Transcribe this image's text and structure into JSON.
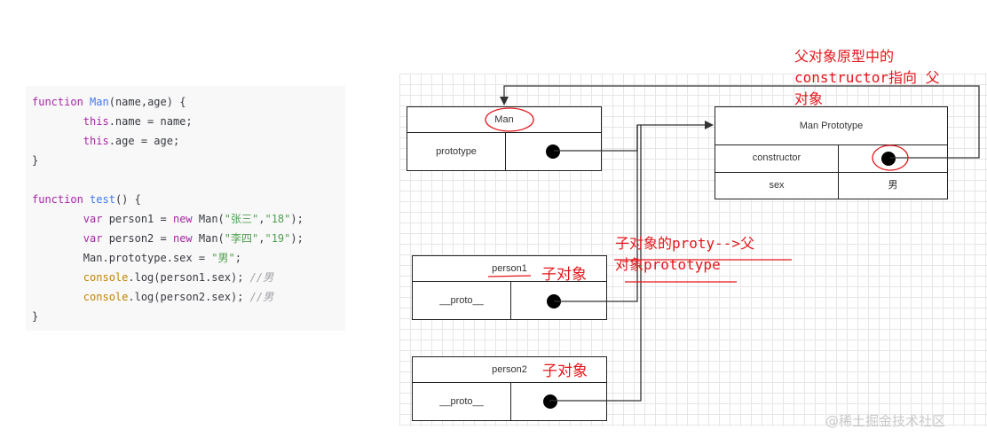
{
  "code": {
    "lines": [
      [
        {
          "t": "function ",
          "c": "kw"
        },
        {
          "t": "Man",
          "c": "fn"
        },
        {
          "t": "(name,age) {",
          "c": ""
        }
      ],
      [
        {
          "t": "        ",
          "c": ""
        },
        {
          "t": "this",
          "c": "kw"
        },
        {
          "t": ".name = name;",
          "c": ""
        }
      ],
      [
        {
          "t": "        ",
          "c": ""
        },
        {
          "t": "this",
          "c": "kw"
        },
        {
          "t": ".age = age;",
          "c": ""
        }
      ],
      [
        {
          "t": "}",
          "c": ""
        }
      ],
      [],
      [
        {
          "t": "function ",
          "c": "kw"
        },
        {
          "t": "test",
          "c": "fn"
        },
        {
          "t": "() {",
          "c": ""
        }
      ],
      [
        {
          "t": "        ",
          "c": ""
        },
        {
          "t": "var",
          "c": "kw"
        },
        {
          "t": " person1 = ",
          "c": ""
        },
        {
          "t": "new",
          "c": "kw"
        },
        {
          "t": " Man(",
          "c": ""
        },
        {
          "t": "\"张三\"",
          "c": "str"
        },
        {
          "t": ",",
          "c": ""
        },
        {
          "t": "\"18\"",
          "c": "str"
        },
        {
          "t": ");",
          "c": ""
        }
      ],
      [
        {
          "t": "        ",
          "c": ""
        },
        {
          "t": "var",
          "c": "kw"
        },
        {
          "t": " person2 = ",
          "c": ""
        },
        {
          "t": "new",
          "c": "kw"
        },
        {
          "t": " Man(",
          "c": ""
        },
        {
          "t": "\"李四\"",
          "c": "str"
        },
        {
          "t": ",",
          "c": ""
        },
        {
          "t": "\"19\"",
          "c": "str"
        },
        {
          "t": ");",
          "c": ""
        }
      ],
      [
        {
          "t": "        Man.prototype.sex = ",
          "c": ""
        },
        {
          "t": "\"男\"",
          "c": "str"
        },
        {
          "t": ";",
          "c": ""
        }
      ],
      [
        {
          "t": "        ",
          "c": ""
        },
        {
          "t": "console",
          "c": "bi"
        },
        {
          "t": ".log(person1.sex); ",
          "c": ""
        },
        {
          "t": "//男",
          "c": "cm"
        }
      ],
      [
        {
          "t": "        ",
          "c": ""
        },
        {
          "t": "console",
          "c": "bi"
        },
        {
          "t": ".log(person2.sex); ",
          "c": ""
        },
        {
          "t": "//男",
          "c": "cm"
        }
      ],
      [
        {
          "t": "}",
          "c": ""
        }
      ]
    ]
  },
  "diagram": {
    "man_box": {
      "title": "Man",
      "row_label": "prototype"
    },
    "proto_box": {
      "title": "Man Prototype",
      "rows": [
        {
          "label": "constructor",
          "value": ""
        },
        {
          "label": "sex",
          "value": "男"
        }
      ]
    },
    "person1_box": {
      "title": "person1",
      "row_label": "__proto__"
    },
    "person2_box": {
      "title": "person2",
      "row_label": "__proto__"
    }
  },
  "annotations": {
    "constructor_note": "父对象原型中的\nconstructor指向 父\n对象",
    "proto_note": "子对象的proty-->父\n对象prototype",
    "child1": "子对象",
    "child2": "子对象"
  },
  "colors": {
    "annotation": "#e3161b",
    "keyword": "#a626a4",
    "function": "#4078f2",
    "string": "#50a14f"
  },
  "watermark": "@稀土掘金技术社区"
}
